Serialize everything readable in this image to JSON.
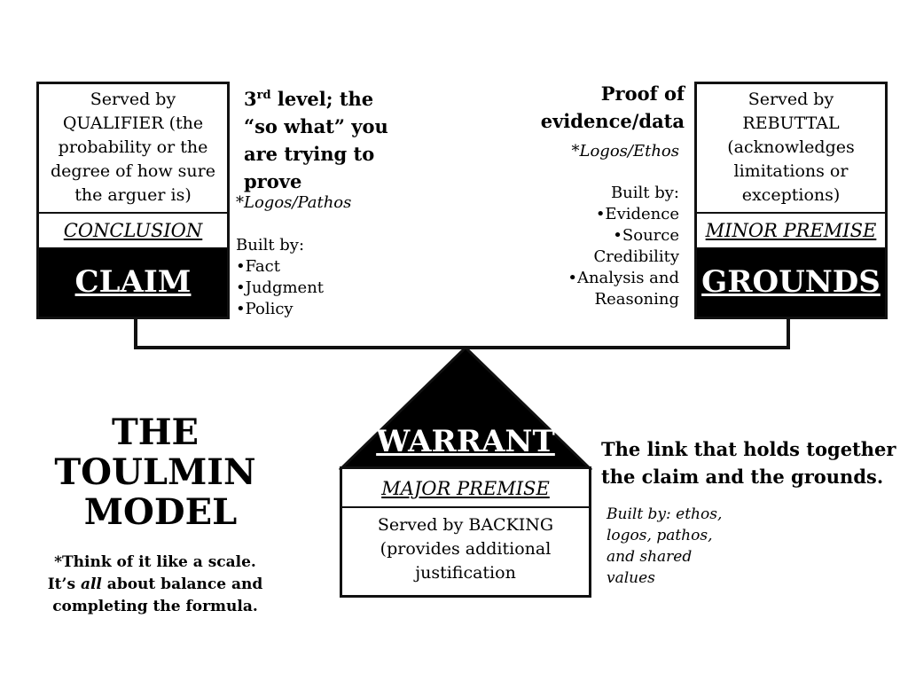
{
  "claim_box": {
    "served_by": "Served by QUALIFIER (the probability or the degree of how sure the arguer is)",
    "sub_label": "CONCLUSION",
    "title": "CLAIM"
  },
  "claim_notes": {
    "level_prefix": "3",
    "level_sup": "rd",
    "level_rest": " level; the “so what” you are trying to prove",
    "appeal": "*Logos/Pathos",
    "built_by": "Built by:",
    "items": [
      "•Fact",
      "•Judgment",
      "•Policy"
    ]
  },
  "grounds_box": {
    "served_by": "Served by REBUTTAL (acknowledges limitations or exceptions)",
    "sub_label": "MINOR PREMISE",
    "title": "GROUNDS"
  },
  "grounds_notes": {
    "heading": "Proof of evidence/data",
    "appeal": "*Logos/Ethos",
    "built_by": "Built by:",
    "items": [
      "•Evidence",
      "•Source Credibility",
      "•Analysis and Reasoning"
    ]
  },
  "warrant": {
    "title": "WARRANT",
    "sub_label": "MAJOR PREMISE",
    "served_by": "Served by BACKING (provides additional justification"
  },
  "warrant_notes": {
    "link": "The link that holds together the claim and the grounds.",
    "built_by": "Built by: ethos, logos, pathos, and shared values"
  },
  "model": {
    "title_line1": "THE",
    "title_line2": "TOULMIN",
    "title_line3": "MODEL",
    "note_line1": "*Think of it like a scale.",
    "note_line2_pre": "It’s ",
    "note_line2_em": "all",
    "note_line2_post": " about balance and",
    "note_line3": "completing the formula."
  }
}
